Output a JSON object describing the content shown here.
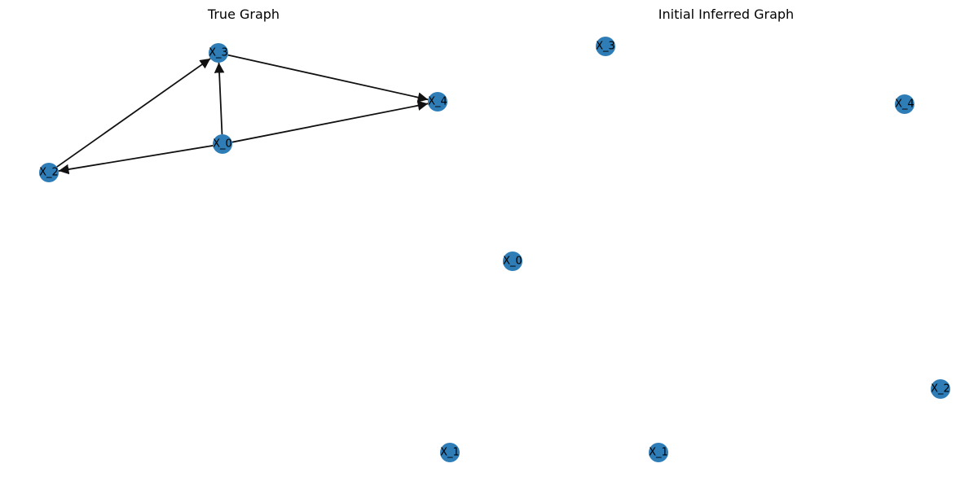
{
  "figure": {
    "panels": [
      {
        "id": "true",
        "title": "True Graph",
        "nodes": [
          "X_3",
          "X_4",
          "X_0",
          "X_2",
          "X_1"
        ],
        "edges": [
          {
            "from": "X_0",
            "to": "X_3"
          },
          {
            "from": "X_0",
            "to": "X_4"
          },
          {
            "from": "X_0",
            "to": "X_2"
          },
          {
            "from": "X_2",
            "to": "X_3"
          },
          {
            "from": "X_3",
            "to": "X_4"
          }
        ]
      },
      {
        "id": "inferred",
        "title": "Initial Inferred Graph",
        "nodes": [
          "X_3",
          "X_4",
          "X_0",
          "X_2",
          "X_1"
        ],
        "edges": []
      }
    ],
    "node_color": "#2f7db7",
    "edge_color": "#111111"
  }
}
